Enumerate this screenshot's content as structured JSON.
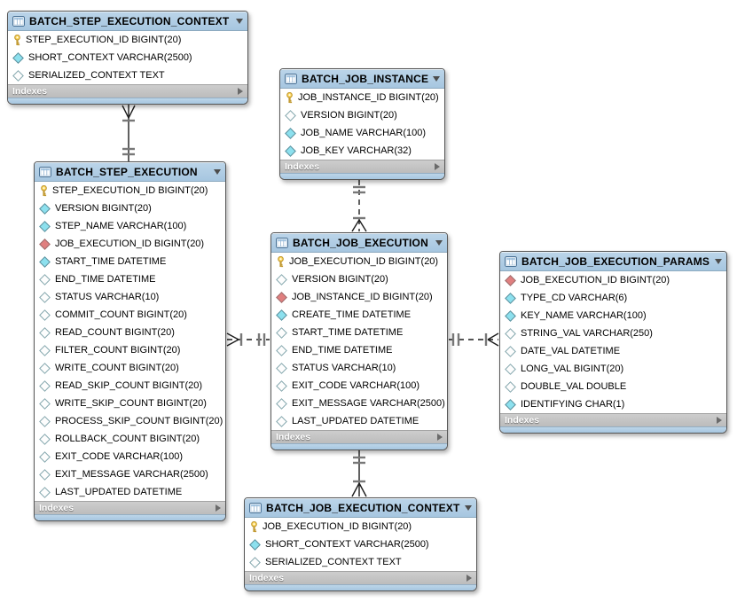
{
  "tables": [
    {
      "id": "batch_step_execution_context",
      "title": "BATCH_STEP_EXECUTION_CONTEXT",
      "footer": "Indexes",
      "columns": [
        {
          "icon": "primary-key",
          "text": "STEP_EXECUTION_ID BIGINT(20)"
        },
        {
          "icon": "notnull",
          "text": "SHORT_CONTEXT VARCHAR(2500)"
        },
        {
          "icon": "nullable",
          "text": "SERIALIZED_CONTEXT TEXT"
        }
      ]
    },
    {
      "id": "batch_job_instance",
      "title": "BATCH_JOB_INSTANCE",
      "footer": "Indexes",
      "columns": [
        {
          "icon": "primary-key",
          "text": "JOB_INSTANCE_ID BIGINT(20)"
        },
        {
          "icon": "nullable",
          "text": "VERSION BIGINT(20)"
        },
        {
          "icon": "notnull",
          "text": "JOB_NAME VARCHAR(100)"
        },
        {
          "icon": "notnull",
          "text": "JOB_KEY VARCHAR(32)"
        }
      ]
    },
    {
      "id": "batch_step_execution",
      "title": "BATCH_STEP_EXECUTION",
      "footer": "Indexes",
      "columns": [
        {
          "icon": "primary-key",
          "text": "STEP_EXECUTION_ID BIGINT(20)"
        },
        {
          "icon": "notnull",
          "text": "VERSION BIGINT(20)"
        },
        {
          "icon": "notnull",
          "text": "STEP_NAME VARCHAR(100)"
        },
        {
          "icon": "foreign-key",
          "text": "JOB_EXECUTION_ID BIGINT(20)"
        },
        {
          "icon": "notnull",
          "text": "START_TIME DATETIME"
        },
        {
          "icon": "nullable",
          "text": "END_TIME DATETIME"
        },
        {
          "icon": "nullable",
          "text": "STATUS VARCHAR(10)"
        },
        {
          "icon": "nullable",
          "text": "COMMIT_COUNT BIGINT(20)"
        },
        {
          "icon": "nullable",
          "text": "READ_COUNT BIGINT(20)"
        },
        {
          "icon": "nullable",
          "text": "FILTER_COUNT BIGINT(20)"
        },
        {
          "icon": "nullable",
          "text": "WRITE_COUNT BIGINT(20)"
        },
        {
          "icon": "nullable",
          "text": "READ_SKIP_COUNT BIGINT(20)"
        },
        {
          "icon": "nullable",
          "text": "WRITE_SKIP_COUNT BIGINT(20)"
        },
        {
          "icon": "nullable",
          "text": "PROCESS_SKIP_COUNT BIGINT(20)"
        },
        {
          "icon": "nullable",
          "text": "ROLLBACK_COUNT BIGINT(20)"
        },
        {
          "icon": "nullable",
          "text": "EXIT_CODE VARCHAR(100)"
        },
        {
          "icon": "nullable",
          "text": "EXIT_MESSAGE VARCHAR(2500)"
        },
        {
          "icon": "nullable",
          "text": "LAST_UPDATED DATETIME"
        }
      ]
    },
    {
      "id": "batch_job_execution",
      "title": "BATCH_JOB_EXECUTION",
      "footer": "Indexes",
      "columns": [
        {
          "icon": "primary-key",
          "text": "JOB_EXECUTION_ID BIGINT(20)"
        },
        {
          "icon": "nullable",
          "text": "VERSION BIGINT(20)"
        },
        {
          "icon": "foreign-key",
          "text": "JOB_INSTANCE_ID BIGINT(20)"
        },
        {
          "icon": "notnull",
          "text": "CREATE_TIME DATETIME"
        },
        {
          "icon": "nullable",
          "text": "START_TIME DATETIME"
        },
        {
          "icon": "nullable",
          "text": "END_TIME DATETIME"
        },
        {
          "icon": "nullable",
          "text": "STATUS VARCHAR(10)"
        },
        {
          "icon": "nullable",
          "text": "EXIT_CODE VARCHAR(100)"
        },
        {
          "icon": "nullable",
          "text": "EXIT_MESSAGE VARCHAR(2500)"
        },
        {
          "icon": "nullable",
          "text": "LAST_UPDATED DATETIME"
        }
      ]
    },
    {
      "id": "batch_job_execution_params",
      "title": "BATCH_JOB_EXECUTION_PARAMS",
      "footer": "Indexes",
      "columns": [
        {
          "icon": "foreign-key",
          "text": "JOB_EXECUTION_ID BIGINT(20)"
        },
        {
          "icon": "notnull",
          "text": "TYPE_CD VARCHAR(6)"
        },
        {
          "icon": "notnull",
          "text": "KEY_NAME VARCHAR(100)"
        },
        {
          "icon": "nullable",
          "text": "STRING_VAL VARCHAR(250)"
        },
        {
          "icon": "nullable",
          "text": "DATE_VAL DATETIME"
        },
        {
          "icon": "nullable",
          "text": "LONG_VAL BIGINT(20)"
        },
        {
          "icon": "nullable",
          "text": "DOUBLE_VAL DOUBLE"
        },
        {
          "icon": "notnull",
          "text": "IDENTIFYING CHAR(1)"
        }
      ]
    },
    {
      "id": "batch_job_execution_context",
      "title": "BATCH_JOB_EXECUTION_CONTEXT",
      "footer": "Indexes",
      "columns": [
        {
          "icon": "primary-key",
          "text": "JOB_EXECUTION_ID BIGINT(20)"
        },
        {
          "icon": "notnull",
          "text": "SHORT_CONTEXT VARCHAR(2500)"
        },
        {
          "icon": "nullable",
          "text": "SERIALIZED_CONTEXT TEXT"
        }
      ]
    }
  ],
  "relationships": [
    {
      "id": "step-context-to-step-execution",
      "from": "batch_step_execution_context",
      "to": "batch_step_execution",
      "line": "solid",
      "from_end": "crowfoot-bar",
      "to_end": "double-bar"
    },
    {
      "id": "job-instance-to-job-execution",
      "from": "batch_job_instance",
      "to": "batch_job_execution",
      "line": "dashed",
      "from_end": "double-bar",
      "to_end": "bar-crowfoot"
    },
    {
      "id": "step-execution-to-job-execution",
      "from": "batch_step_execution",
      "to": "batch_job_execution",
      "line": "dashed",
      "from_end": "crowfoot-bar",
      "to_end": "double-bar"
    },
    {
      "id": "job-execution-to-params",
      "from": "batch_job_execution",
      "to": "batch_job_execution_params",
      "line": "dashed",
      "from_end": "double-bar",
      "to_end": "bar-crowfoot"
    },
    {
      "id": "job-execution-to-job-context",
      "from": "batch_job_execution",
      "to": "batch_job_execution_context",
      "line": "solid",
      "from_end": "double-bar",
      "to_end": "bar-crowfoot"
    }
  ],
  "colors": {
    "table_header": "#a6c6e0",
    "table_header_light": "#bcd5e9",
    "indexes_bar": "#bcbcbc",
    "primary_key_icon": "#ffd95e",
    "foreign_key_icon": "#e07f7f",
    "notnull_icon": "#8ce0ee",
    "nullable_icon": "#ffffff",
    "relationship_line": "#1c1c1c",
    "cardinality_mark": "#787878"
  }
}
